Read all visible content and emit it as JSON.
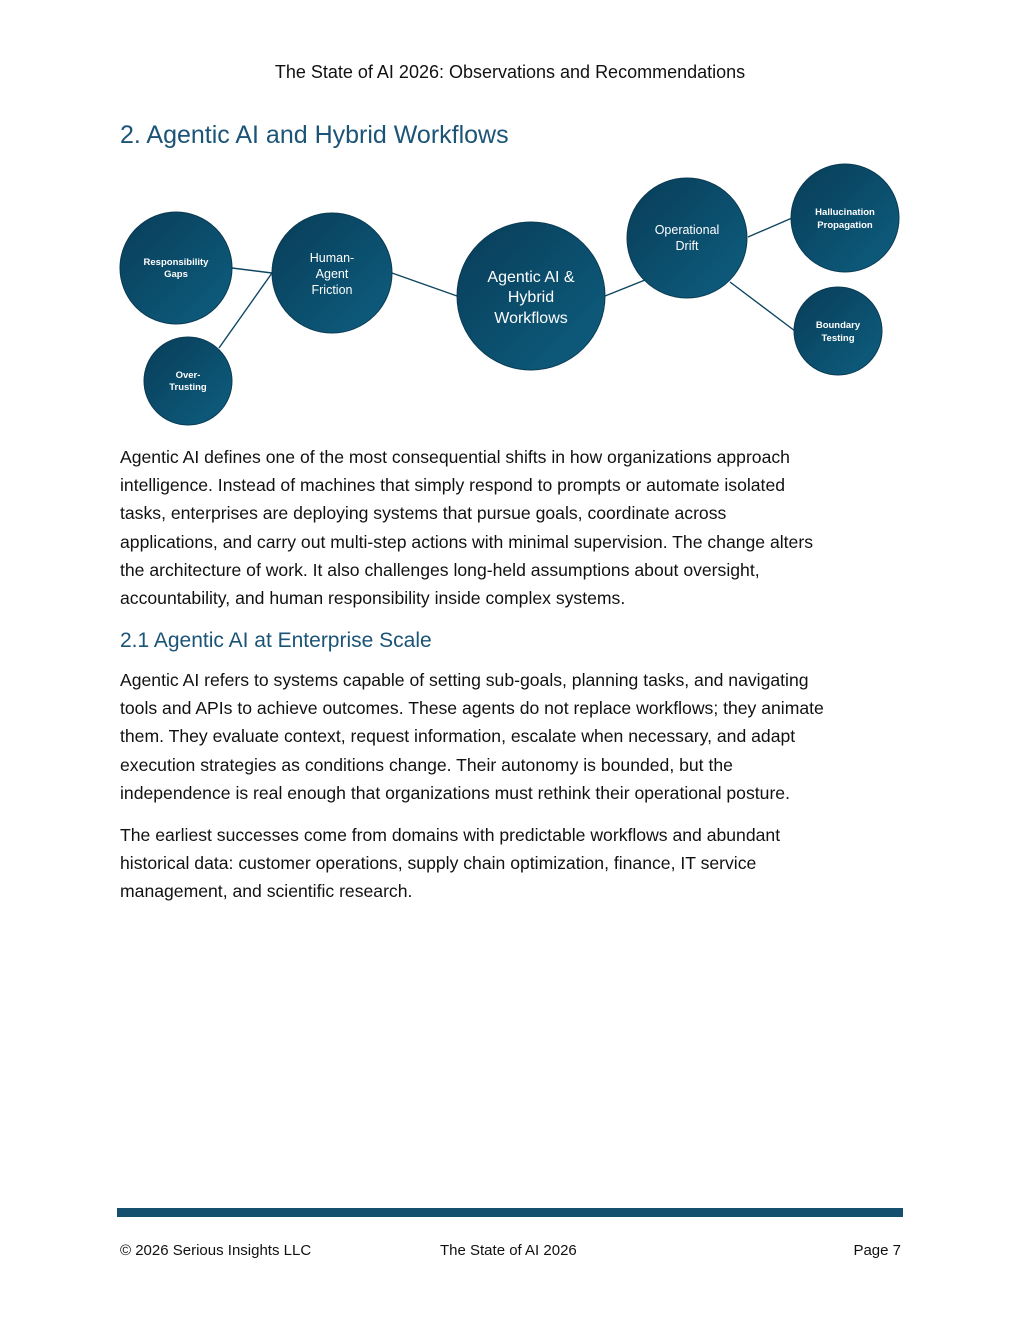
{
  "header": {
    "title": "The State of AI 2026: Observations and Recommendations"
  },
  "section": {
    "title": "2. Agentic AI and Hybrid Workflows"
  },
  "diagram": {
    "center": [
      "Agentic AI &",
      "Hybrid",
      "Workflows"
    ],
    "human_agent": [
      "Human-",
      "Agent",
      "Friction"
    ],
    "responsibility": [
      "Responsibility",
      "Gaps"
    ],
    "over_trusting": [
      "Over-",
      "Trusting"
    ],
    "operational": [
      "Operational",
      "Drift"
    ],
    "hallucination": [
      "Hallucination",
      "Propagation"
    ],
    "boundary": [
      "Boundary",
      "Testing"
    ]
  },
  "intro": [
    "Agentic AI defines one of the most consequential shifts in how organizations approach",
    "intelligence. Instead of machines that simply respond to prompts or automate isolated",
    "tasks, enterprises are deploying systems that pursue goals, coordinate across",
    "applications, and carry out multi-step actions with minimal supervision. The change alters",
    "the architecture of work. It also challenges long-held assumptions about oversight,",
    "accountability, and human responsibility inside complex systems."
  ],
  "subsection": {
    "title": "2.1 Agentic AI at Enterprise Scale"
  },
  "p1": [
    "Agentic AI refers to systems capable of setting sub-goals, planning tasks, and navigating",
    "tools and APIs to achieve outcomes. These agents do not replace workflows; they animate",
    "them. They evaluate context, request information, escalate when necessary, and adapt",
    "execution strategies as conditions change. Their autonomy is bounded, but the",
    "independence is real enough that organizations must rethink their operational posture."
  ],
  "p2": [
    "The earliest successes come from domains with predictable workflows and abundant",
    "historical data: customer operations, supply chain optimization, finance, IT service",
    "management, and scientific research."
  ],
  "footer": {
    "copyright": "© 2026 Serious Insights LLC",
    "title": "The State of AI 2026",
    "page": "Page 7"
  },
  "colors": {
    "accent": "#1b5477",
    "node": "#0f5473",
    "bar": "#16506f"
  }
}
